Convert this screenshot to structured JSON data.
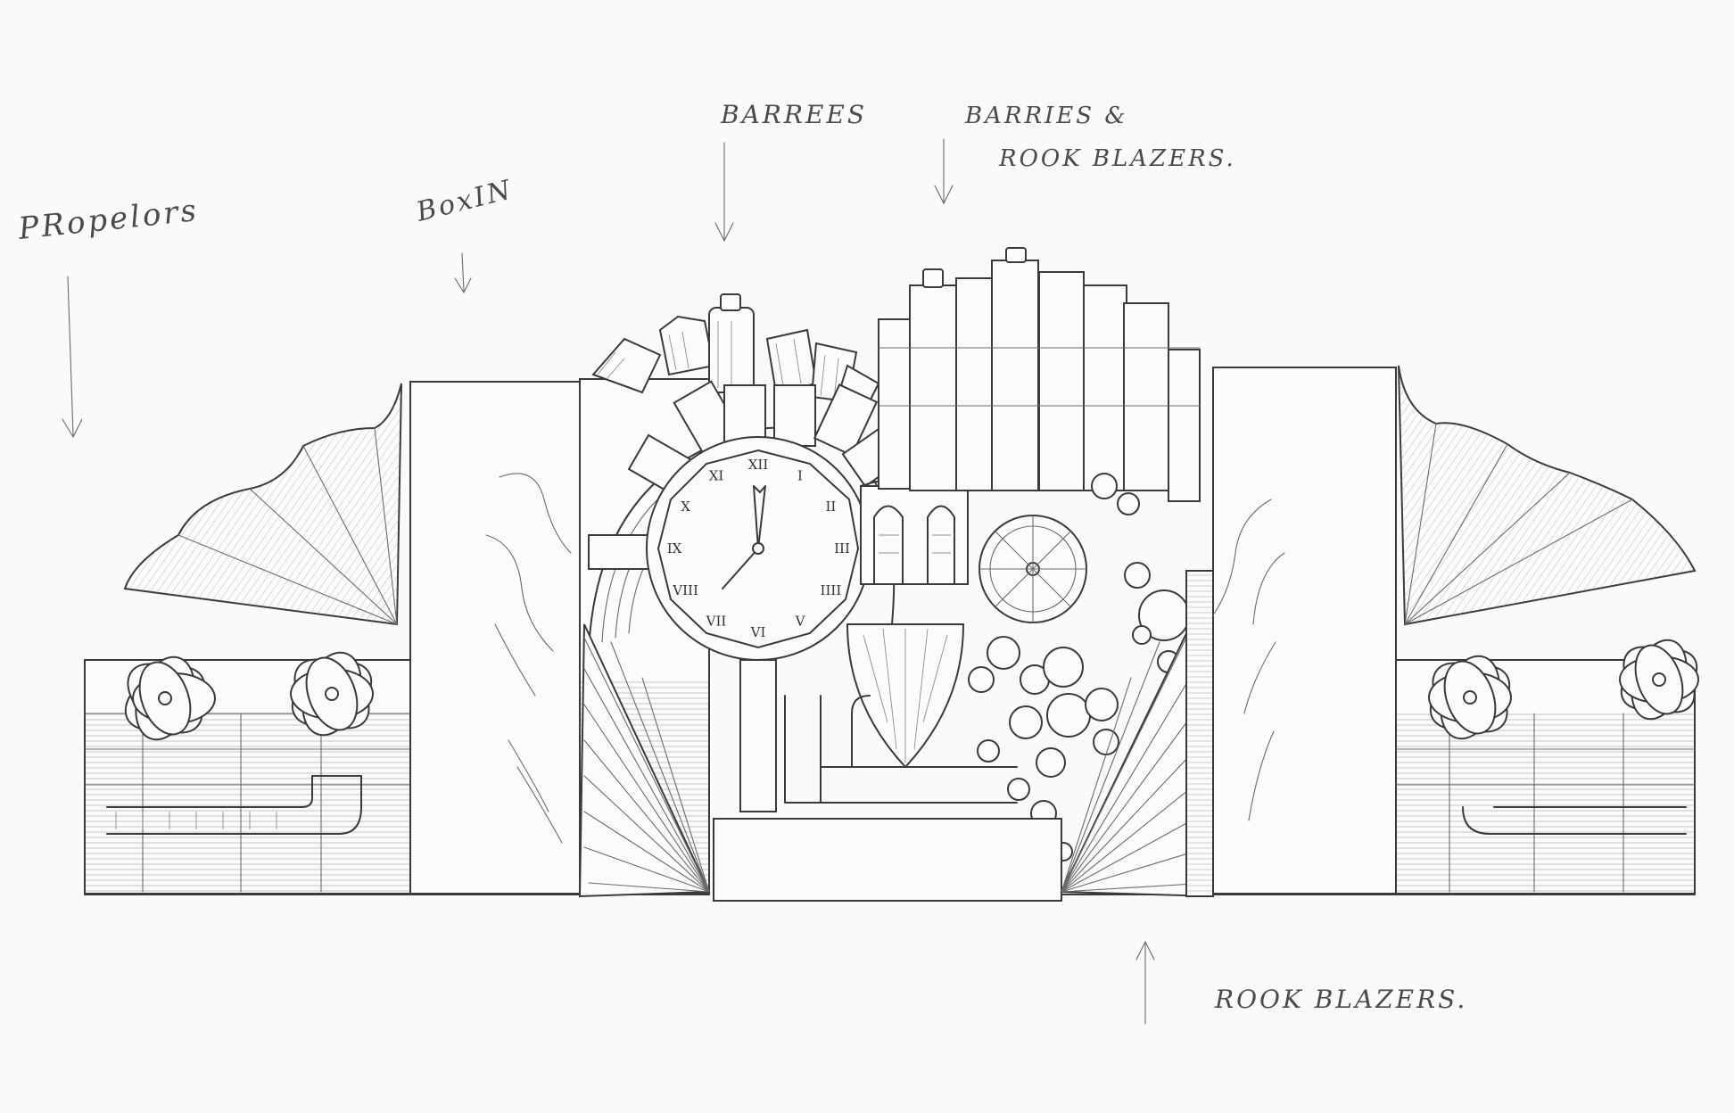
{
  "annotations": {
    "propellers": "PRopelors",
    "boxin": "BoxIN",
    "barrels": "BARREES",
    "barrels_and_rock_blazers_line1": "BARRIES &",
    "barrels_and_rock_blazers_line2": "ROOK BLAZERS.",
    "rock_blazers": "ROOK BLAZERS."
  },
  "clock_numerals": [
    "XII",
    "I",
    "II",
    "III",
    "IIII",
    "V",
    "VI",
    "VII",
    "VIII",
    "IX",
    "X",
    "XI"
  ],
  "colors": {
    "paper": "#fafafa",
    "pencil": "#3a3a3a"
  }
}
